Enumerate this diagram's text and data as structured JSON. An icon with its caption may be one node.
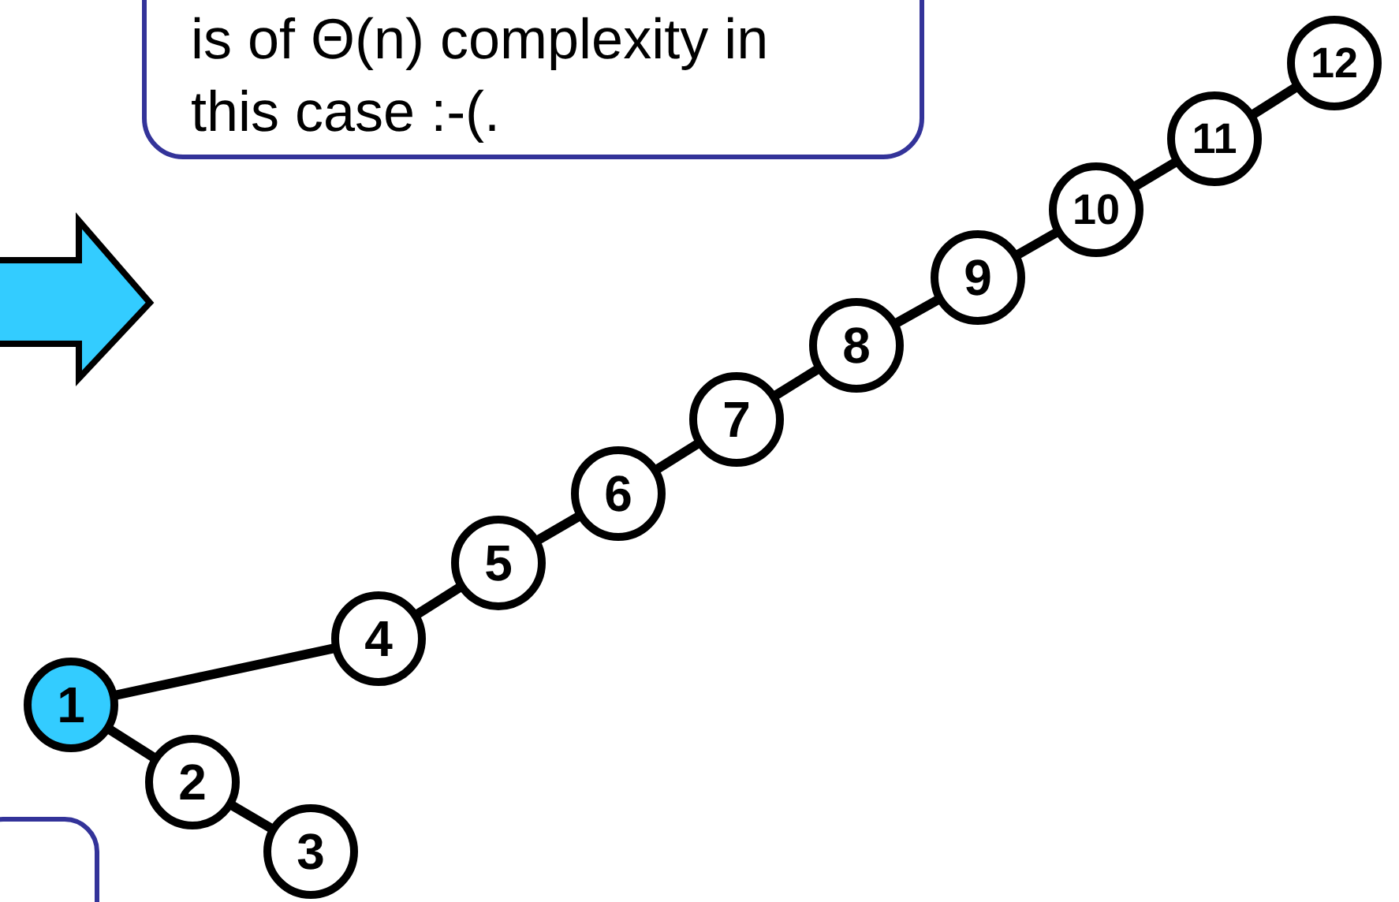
{
  "diagram": {
    "nodes": [
      {
        "text": [
          "is of Θ(n) complexity in this case :-(."
        ]
      },
      {
        "text": [
          "1"
        ]
      },
      {
        "text": [
          "2"
        ]
      },
      {
        "text": [
          "3"
        ]
      },
      {
        "text": [
          "4"
        ]
      },
      {
        "text": [
          "5"
        ]
      },
      {
        "text": [
          "6"
        ]
      },
      {
        "text": [
          "7"
        ]
      },
      {
        "text": [
          "8"
        ]
      },
      {
        "text": [
          "9"
        ]
      },
      {
        "text": [
          "10"
        ]
      },
      {
        "text": [
          "11"
        ]
      },
      {
        "text": [
          "12"
        ]
      },
      {
        "text": [],
        "shape": "box"
      }
    ],
    "edges": [
      {
        "from": 1,
        "to": 2,
        "arrow": "none"
      },
      {
        "from": 2,
        "to": 3,
        "arrow": "none"
      },
      {
        "from": 1,
        "to": 4,
        "arrow": "none"
      },
      {
        "from": 4,
        "to": 5,
        "arrow": "none"
      },
      {
        "from": 5,
        "to": 6,
        "arrow": "none"
      },
      {
        "from": 6,
        "to": 7,
        "arrow": "none"
      },
      {
        "from": 7,
        "to": 8,
        "arrow": "none"
      },
      {
        "from": 8,
        "to": 9,
        "arrow": "none"
      },
      {
        "from": 9,
        "to": 10,
        "arrow": "none"
      },
      {
        "from": 10,
        "to": 11,
        "arrow": "none"
      },
      {
        "from": 11,
        "to": 12,
        "arrow": "none"
      }
    ]
  }
}
